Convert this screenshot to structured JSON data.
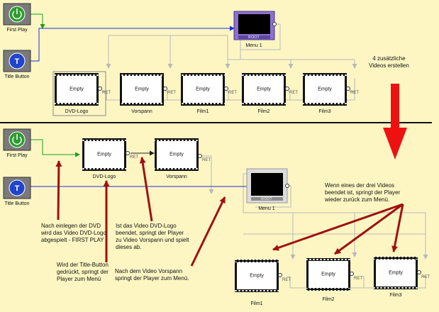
{
  "top": {
    "first_play": "First Play",
    "title_button": "Title Button",
    "menu": {
      "label": "Menu 1",
      "tag": "ROOT"
    },
    "videos": [
      {
        "label": "DVD-Logo",
        "content": "Empty",
        "ret": "RET"
      },
      {
        "label": "Vorspann",
        "content": "Empty",
        "ret": "RET"
      },
      {
        "label": "Film1",
        "content": "Empty",
        "ret": "RET"
      },
      {
        "label": "Film2",
        "content": "Empty",
        "ret": "RET"
      },
      {
        "label": "Film3",
        "content": "Empty",
        "ret": "RET"
      }
    ]
  },
  "bottom": {
    "first_play": "First Play",
    "title_button": "Title Button",
    "menu": {
      "label": "Menu 1",
      "tag": "ROOT"
    },
    "videos": [
      {
        "label": "DVD-Logo",
        "content": "Empty",
        "ret": "RET"
      },
      {
        "label": "Vorspann",
        "content": "Empty",
        "ret": "RET"
      },
      {
        "label": "Film1",
        "content": "Empty",
        "ret": "RET"
      },
      {
        "label": "Film2",
        "content": "Empty",
        "ret": "RET"
      },
      {
        "label": "Film3",
        "content": "Empty",
        "ret": "RET"
      }
    ]
  },
  "notes": {
    "extra_videos": [
      "4 zusätzliche",
      "Videos erstellen"
    ],
    "first_play": [
      "Nach einlegen der DVD",
      "wird das Video DVD-Logo",
      "abgespielt - FIRST PLAY"
    ],
    "title_button": [
      "Wird der Title-Button",
      "gedrückt, springt der",
      "Player zum Menü"
    ],
    "dvd_logo_end": [
      "Ist das Video DVD-Logo",
      "beendet, springt der Player",
      "zu Video Vorspann und spielt",
      "dieses ab."
    ],
    "vorspann_end": [
      "Nach dem Video Vorspann",
      "springt der Player zum Menü."
    ],
    "videos_end": [
      "Wenn eines der drei Videos",
      "beendet ist, springt der Player",
      "wieder zurück zum Menü."
    ]
  },
  "colors": {
    "background": "#fdf6c3",
    "blue_link": "#1f2fd6",
    "green_link": "#18a018",
    "gray_link": "#b8b8b8",
    "red_arrow": "#a01010",
    "big_arrow": "#ee1111",
    "menu_frame": "#8e6fd0",
    "first_play_icon": "#2e9b2e",
    "title_icon": "#2244cc"
  }
}
